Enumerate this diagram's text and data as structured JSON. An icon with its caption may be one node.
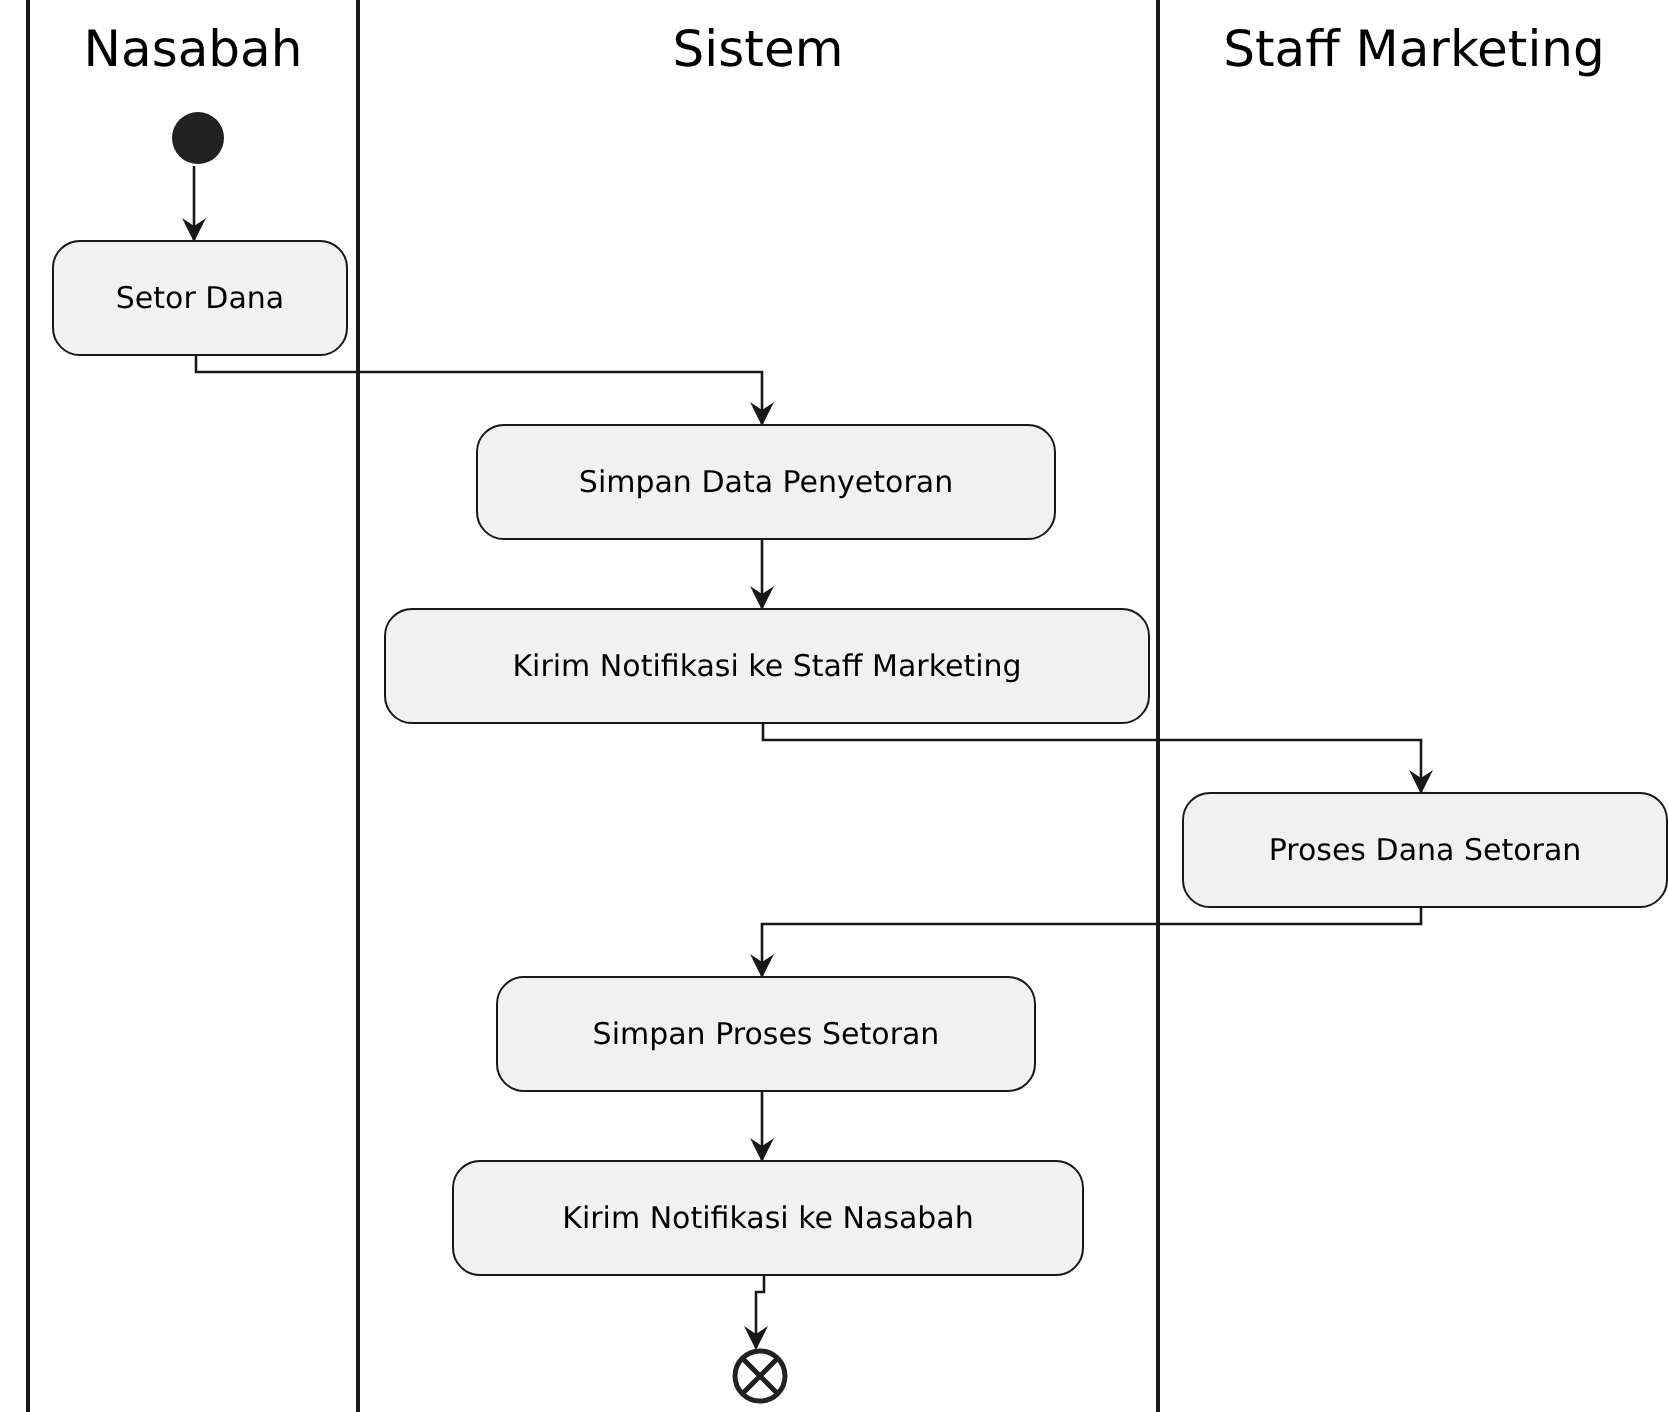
{
  "diagram": {
    "nodes": [
      {
        "text": [
          "Nasabah"
        ]
      },
      {
        "text": [
          "Sistem"
        ]
      },
      {
        "text": [
          "Staff Marketing"
        ]
      },
      {
        "text": [],
        "shape": "circle",
        "in": 0
      },
      {
        "text": [
          "Setor Dana"
        ],
        "in": 0
      },
      {
        "text": [
          "Simpan Data Penyetoran"
        ],
        "in": 1
      },
      {
        "text": [
          "Kirim Notifikasi ke Staff Marketing"
        ],
        "in": 1
      },
      {
        "text": [
          "Proses Dana Setoran"
        ],
        "in": 2
      },
      {
        "text": [
          "Simpan Proses Setoran"
        ],
        "in": 1
      },
      {
        "text": [
          "Kirim Notifikasi ke Nasabah"
        ],
        "in": 1
      },
      {
        "text": [],
        "shape": "circle",
        "in": 1
      }
    ],
    "edges": [
      {
        "from": 3,
        "to": 4,
        "arrow": "to"
      },
      {
        "from": 4,
        "to": 5,
        "arrow": "to"
      },
      {
        "from": 5,
        "to": 6,
        "arrow": "to"
      },
      {
        "from": 6,
        "to": 7,
        "arrow": "to"
      },
      {
        "from": 7,
        "to": 8,
        "arrow": "to"
      },
      {
        "from": 8,
        "to": 9,
        "arrow": "to"
      },
      {
        "from": 9,
        "to": 10,
        "arrow": "to"
      }
    ]
  }
}
